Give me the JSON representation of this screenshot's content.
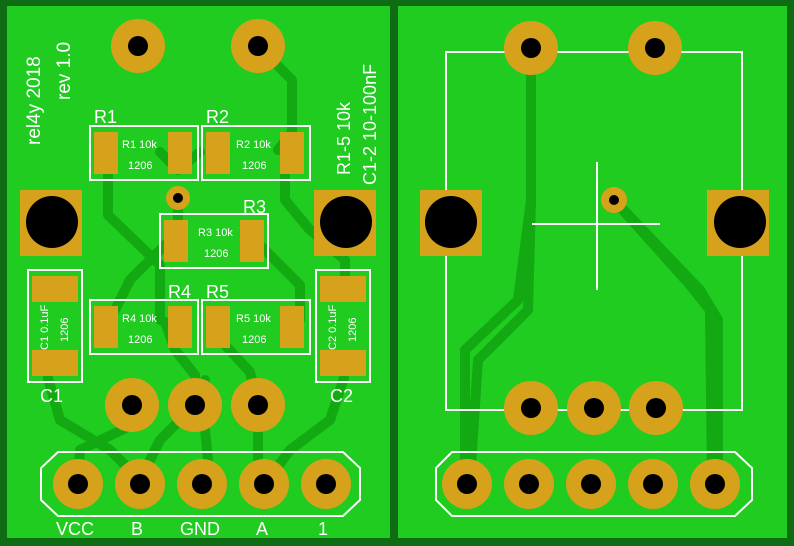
{
  "colors": {
    "board": "#1fcc1f",
    "board_edge": "#0e6d12",
    "trace": "#13a913",
    "pad": "#d6a21c",
    "hole": "#000000",
    "silk": "#ffffff"
  },
  "left_board": {
    "label_title": "rel4y 2018",
    "label_rev": "rev 1.0",
    "label_values_r": "R1-5 10k",
    "label_values_c": "C1-2 10-100nF",
    "designators": {
      "r1": "R1",
      "r2": "R2",
      "r3": "R3",
      "r4": "R4",
      "r5": "R5",
      "c1": "C1",
      "c2": "C2"
    },
    "resistor_text": {
      "r1": "R1 10k",
      "r2": "R2 10k",
      "r3": "R3 10k",
      "r4": "R4 10k",
      "r5": "R5 10k",
      "package": "1206"
    },
    "capacitor_text": {
      "c1": "C1 0.1uF",
      "c2": "C2 0.1uF",
      "package": "1206"
    },
    "header_labels": [
      "VCC",
      "B",
      "GND",
      "A",
      "1"
    ]
  },
  "right_board": {
    "header_count": 5
  }
}
